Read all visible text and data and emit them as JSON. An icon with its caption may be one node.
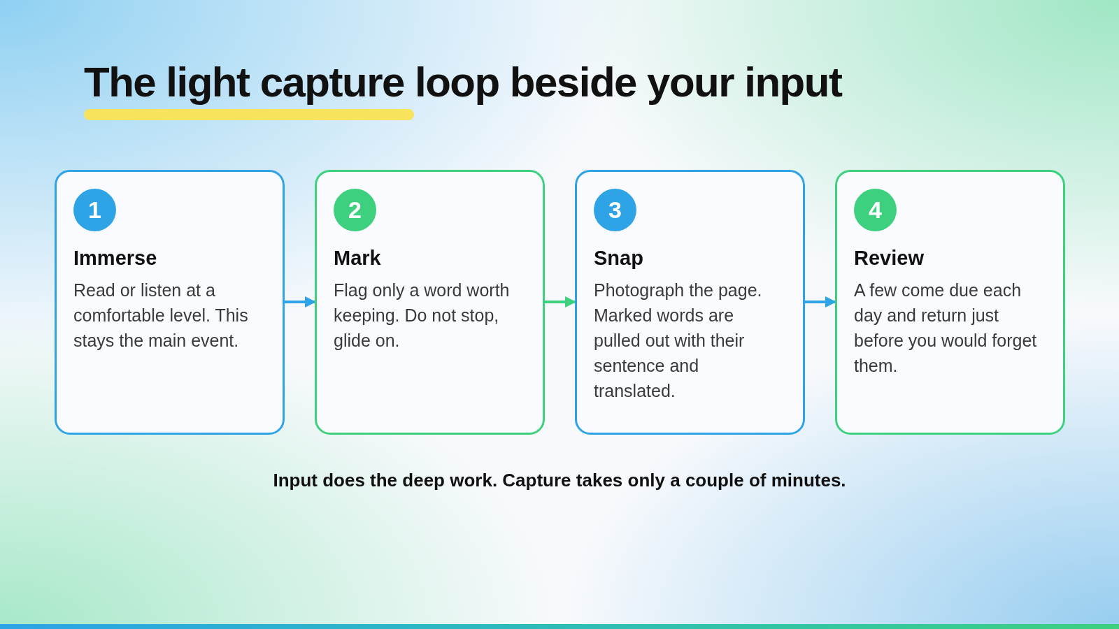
{
  "diagram": {
    "title": "The light capture loop beside your input",
    "nodes": [
      {
        "text": [
          "Immerse",
          "Read or listen at a comfortable level. This stays the main event."
        ]
      },
      {
        "text": [
          "1"
        ],
        "in": 0
      },
      {
        "text": [
          "Mark",
          "Flag only a word worth keeping. Do not stop, glide on."
        ]
      },
      {
        "text": [
          "2"
        ],
        "in": 2
      },
      {
        "text": [
          "Snap",
          "Photograph the page. Marked words are pulled out with their sentence and translated."
        ]
      },
      {
        "text": [
          "3"
        ],
        "in": 4
      },
      {
        "text": [
          "Review",
          "A few come due each day and return just before you would forget them."
        ]
      },
      {
        "text": [
          "4"
        ],
        "in": 6
      }
    ],
    "edges": [
      {
        "from": 0,
        "to": 2,
        "arrow": "to"
      },
      {
        "from": 2,
        "to": 4,
        "arrow": "to",
        "color": "#3dd07f"
      },
      {
        "from": 4,
        "to": 6,
        "arrow": "to"
      }
    ],
    "caption": "Input does the deep work. Capture takes only a couple of minutes."
  }
}
